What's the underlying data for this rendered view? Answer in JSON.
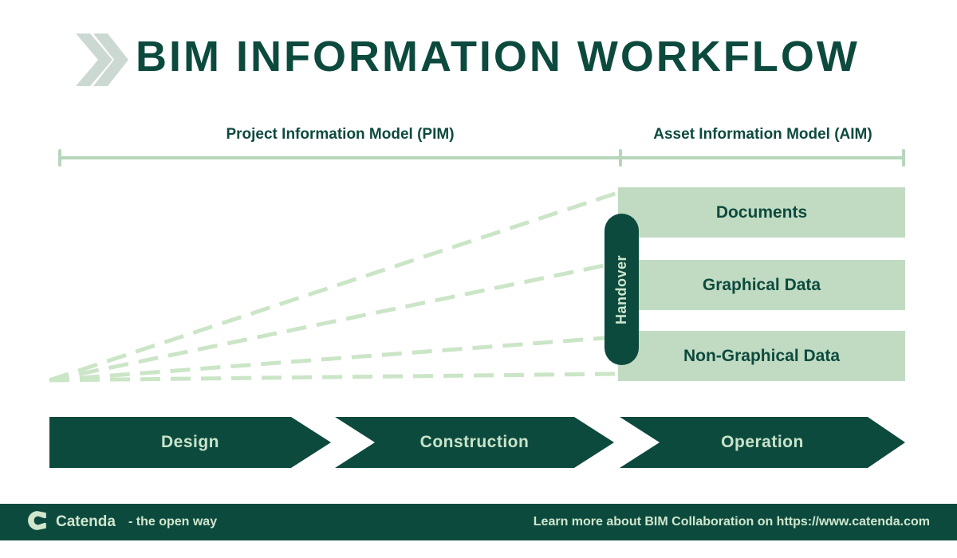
{
  "title": "BIM INFORMATION WORKFLOW",
  "timeline": {
    "pim_label": "Project Information Model (PIM)",
    "aim_label": "Asset Information Model (AIM)"
  },
  "handover": {
    "label": "Handover"
  },
  "aim_items": [
    {
      "label": "Documents"
    },
    {
      "label": "Graphical Data"
    },
    {
      "label": "Non-Graphical Data"
    }
  ],
  "phases": [
    {
      "label": "Design"
    },
    {
      "label": "Construction"
    },
    {
      "label": "Operation"
    }
  ],
  "footer": {
    "brand": "Catenda",
    "tagline": "- the open way",
    "link": "Learn more about BIM Collaboration on https://www.catenda.com"
  },
  "icons": {
    "header": "double-chevron-icon",
    "footer": "catenda-logo-icon"
  },
  "colors": {
    "dark_green": "#0d4a3e",
    "sage_box": "#c1dbc2",
    "dash_green": "#cbe5c7",
    "bracket_green": "#b7d6ba",
    "light_text": "#cfe6cd",
    "pale_chevron": "#ccd9d3",
    "background": "#ffffff"
  }
}
